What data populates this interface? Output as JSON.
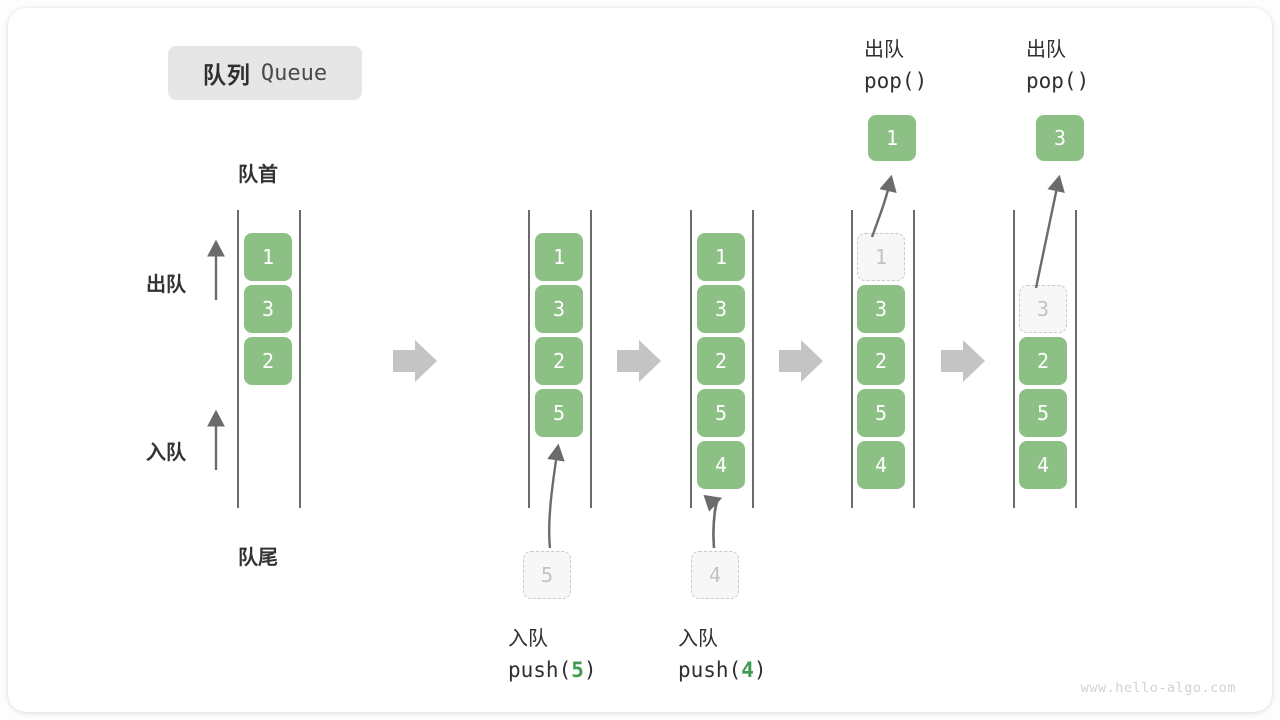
{
  "title": {
    "cn": "队列",
    "en": "Queue"
  },
  "labels": {
    "front": "队首",
    "rear": "队尾",
    "dequeue": "出队",
    "enqueue": "入队"
  },
  "watermark": "www.hello-algo.com",
  "colors": {
    "element": "#8cc084",
    "ghost_border": "#c9c9c9",
    "ghost_text": "#c2c2c2",
    "rail": "#6b6b6b",
    "arrow": "#6b6b6b",
    "separator": "#c4c4c4",
    "accent_number": "#3f9b4f",
    "chip_bg": "#e6e6e6",
    "watermark": "#d2d2d2"
  },
  "columns": [
    {
      "id": "initial",
      "cells": [
        "1",
        "3",
        "2"
      ],
      "ghost_index": null,
      "caption_cn": "",
      "caption_code": "",
      "popped": null,
      "incoming": null
    },
    {
      "id": "push-5",
      "cells": [
        "1",
        "3",
        "2",
        "5"
      ],
      "ghost_index": null,
      "caption_cn": "入队",
      "caption_code_prefix": "push(",
      "caption_code_num": "5",
      "caption_code_suffix": ")",
      "popped": null,
      "incoming": "5"
    },
    {
      "id": "push-4",
      "cells": [
        "1",
        "3",
        "2",
        "5",
        "4"
      ],
      "ghost_index": null,
      "caption_cn": "入队",
      "caption_code_prefix": "push(",
      "caption_code_num": "4",
      "caption_code_suffix": ")",
      "popped": null,
      "incoming": "4"
    },
    {
      "id": "pop-1",
      "cells": [
        "1",
        "3",
        "2",
        "5",
        "4"
      ],
      "ghost_index": 0,
      "caption_cn": "出队",
      "caption_code_prefix": "pop(",
      "caption_code_num": "",
      "caption_code_suffix": ")",
      "popped": "1",
      "incoming": null
    },
    {
      "id": "pop-3",
      "cells": [
        "",
        "3",
        "2",
        "5",
        "4"
      ],
      "ghost_index": 1,
      "caption_cn": "出队",
      "caption_code_prefix": "pop(",
      "caption_code_num": "",
      "caption_code_suffix": ")",
      "popped": "3",
      "incoming": null
    }
  ],
  "separators_count": 4
}
